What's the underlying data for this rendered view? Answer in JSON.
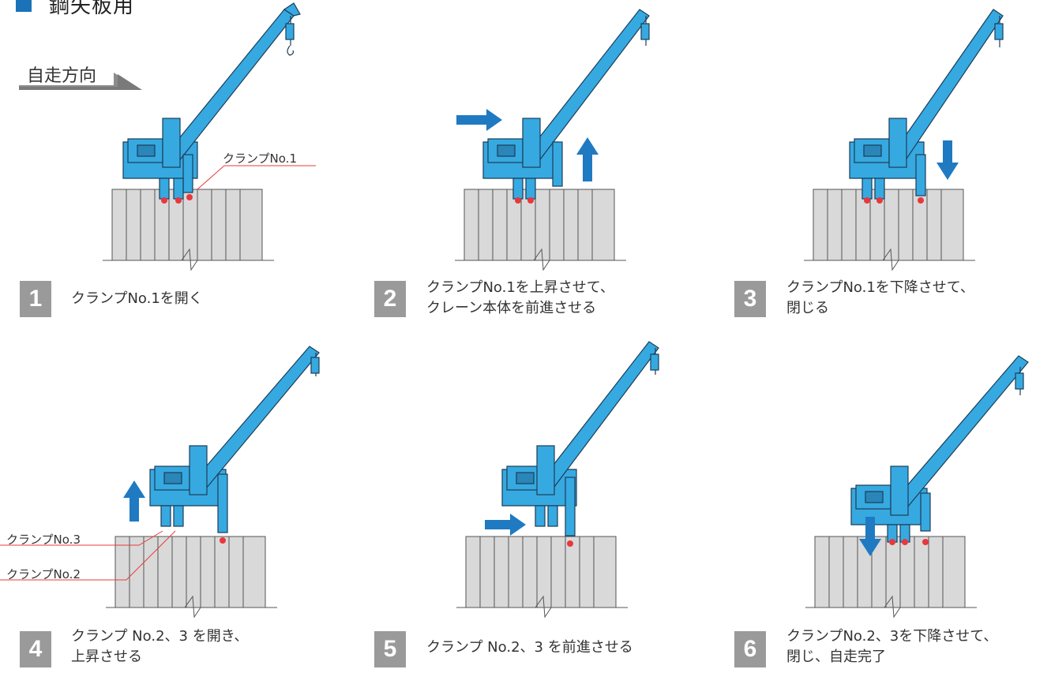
{
  "title": "鋼矢板用",
  "direction_label": "自走方向",
  "colors": {
    "accent": "#1a73b8",
    "crane": "#36a9e1",
    "crane_outline": "#1b3d57",
    "arrow": "#1f7ac2",
    "sheet": "#d9d9d9",
    "badge": "#9a9a9a",
    "leader": "#e83b3b",
    "clamp_dot": "#e8383d"
  },
  "labels": {
    "clamp1": "クランプNo.1",
    "clamp3": "クランプNo.3",
    "clamp2": "クランプNo.2"
  },
  "steps": [
    {
      "num": "1",
      "line1": "クランプNo.1を開く",
      "line2": ""
    },
    {
      "num": "2",
      "line1": "クランプNo.1を上昇させて、",
      "line2": "クレーン本体を前進させる"
    },
    {
      "num": "3",
      "line1": "クランプNo.1を下降させて、",
      "line2": "閉じる"
    },
    {
      "num": "4",
      "line1": "クランプ No.2、3 を開き、",
      "line2": "上昇させる"
    },
    {
      "num": "5",
      "line1": "クランプ No.2、3 を前進させる",
      "line2": ""
    },
    {
      "num": "6",
      "line1": "クランプNo.2、3を下降させて、",
      "line2": "閉じ、自走完了"
    }
  ]
}
